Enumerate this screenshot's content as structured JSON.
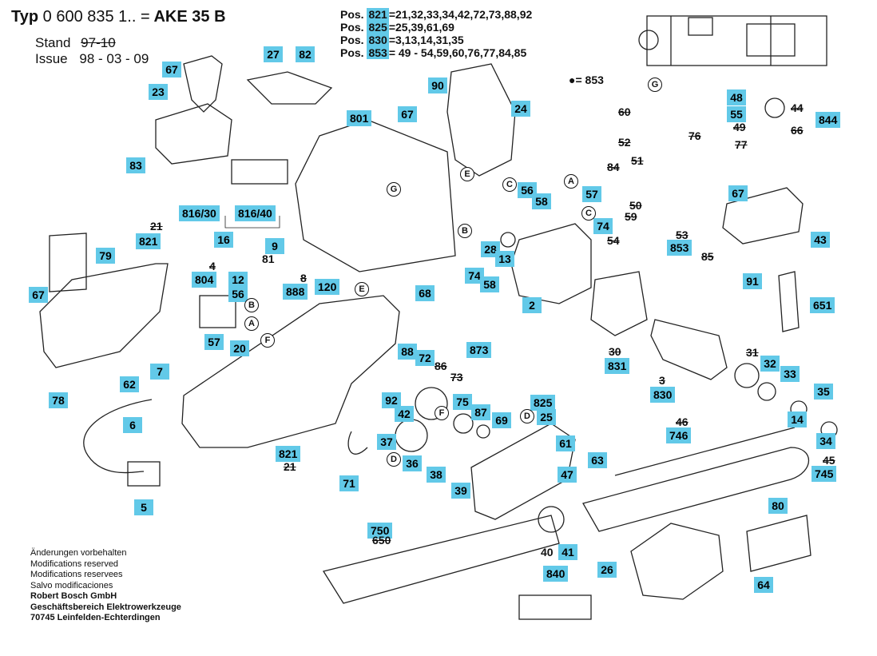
{
  "header": {
    "title_prefix": "Typ",
    "title_code": "0 600 835 1.. =",
    "title_model": "AKE 35 B",
    "stand_label": "Stand",
    "stand_value": "97-10",
    "issue_label": "Issue",
    "issue_value": "98 - 03 - 09"
  },
  "pos_table": [
    {
      "label": "Pos.",
      "ref": "821",
      "rest": "=21,32,33,34,42,72,73,88,92"
    },
    {
      "label": "Pos.",
      "ref": "825",
      "rest": "=25,39,61,69"
    },
    {
      "label": "Pos.",
      "ref": "830",
      "rest": "=3,13,14,31,35"
    },
    {
      "label": "Pos.",
      "ref": "853",
      "rest": "= 49 - 54,59,60,76,77,84,85"
    }
  ],
  "legend": {
    "bullet": "●",
    "text": "= 853"
  },
  "footer": {
    "lines": [
      "Änderungen vorbehalten",
      "Modifications reserved",
      "Modifications reservees",
      "Salvo modificaciones"
    ],
    "company": [
      "Robert Bosch GmbH",
      "Geschäftsbereich Elektrowerkzeuge",
      "70745 Leinfelden-Echterdingen"
    ]
  },
  "part_labels": [
    {
      "id": "p67a",
      "text": "67"
    },
    {
      "id": "p23",
      "text": "23"
    },
    {
      "id": "p27",
      "text": "27"
    },
    {
      "id": "p82",
      "text": "82"
    },
    {
      "id": "p90",
      "text": "90"
    },
    {
      "id": "p24",
      "text": "24"
    },
    {
      "id": "p801",
      "text": "801"
    },
    {
      "id": "p67b",
      "text": "67"
    },
    {
      "id": "p83",
      "text": "83"
    },
    {
      "id": "p816_30",
      "text": "816/30"
    },
    {
      "id": "p816_40",
      "text": "816/40"
    },
    {
      "id": "p16",
      "text": "16"
    },
    {
      "id": "p821a",
      "text": "821"
    },
    {
      "id": "p79",
      "text": "79"
    },
    {
      "id": "p9",
      "text": "9"
    },
    {
      "id": "p804",
      "text": "804"
    },
    {
      "id": "p12",
      "text": "12"
    },
    {
      "id": "p888",
      "text": "888"
    },
    {
      "id": "p120",
      "text": "120"
    },
    {
      "id": "p56a",
      "text": "56"
    },
    {
      "id": "p67c",
      "text": "67"
    },
    {
      "id": "p68",
      "text": "68"
    },
    {
      "id": "p57a",
      "text": "57"
    },
    {
      "id": "p20",
      "text": "20"
    },
    {
      "id": "p7",
      "text": "7"
    },
    {
      "id": "p62",
      "text": "62"
    },
    {
      "id": "p78",
      "text": "78"
    },
    {
      "id": "p6",
      "text": "6"
    },
    {
      "id": "p5",
      "text": "5"
    },
    {
      "id": "p821b",
      "text": "821"
    },
    {
      "id": "p71",
      "text": "71"
    },
    {
      "id": "p88",
      "text": "88"
    },
    {
      "id": "p72",
      "text": "72"
    },
    {
      "id": "p873",
      "text": "873"
    },
    {
      "id": "p92",
      "text": "92"
    },
    {
      "id": "p42",
      "text": "42"
    },
    {
      "id": "p75",
      "text": "75"
    },
    {
      "id": "p37",
      "text": "37"
    },
    {
      "id": "p36",
      "text": "36"
    },
    {
      "id": "p38",
      "text": "38"
    },
    {
      "id": "p39",
      "text": "39"
    },
    {
      "id": "p87",
      "text": "87"
    },
    {
      "id": "p69",
      "text": "69"
    },
    {
      "id": "p56b",
      "text": "56"
    },
    {
      "id": "p58a",
      "text": "58"
    },
    {
      "id": "p28",
      "text": "28"
    },
    {
      "id": "p13",
      "text": "13"
    },
    {
      "id": "p74a",
      "text": "74"
    },
    {
      "id": "p58b",
      "text": "58"
    },
    {
      "id": "p2",
      "text": "2"
    },
    {
      "id": "p831",
      "text": "831"
    },
    {
      "id": "p830",
      "text": "830"
    },
    {
      "id": "p825",
      "text": "825"
    },
    {
      "id": "p25",
      "text": "25"
    },
    {
      "id": "p61",
      "text": "61"
    },
    {
      "id": "p47",
      "text": "47"
    },
    {
      "id": "p63",
      "text": "63"
    },
    {
      "id": "p840",
      "text": "840"
    },
    {
      "id": "p41",
      "text": "41"
    },
    {
      "id": "p750",
      "text": "750"
    },
    {
      "id": "p26",
      "text": "26"
    },
    {
      "id": "p64",
      "text": "64"
    },
    {
      "id": "p80",
      "text": "80"
    },
    {
      "id": "p746",
      "text": "746"
    },
    {
      "id": "p745",
      "text": "745"
    },
    {
      "id": "p32",
      "text": "32"
    },
    {
      "id": "p33",
      "text": "33"
    },
    {
      "id": "p35",
      "text": "35"
    },
    {
      "id": "p14",
      "text": "14"
    },
    {
      "id": "p34",
      "text": "34"
    },
    {
      "id": "p651",
      "text": "651"
    },
    {
      "id": "p91",
      "text": "91"
    },
    {
      "id": "p43",
      "text": "43"
    },
    {
      "id": "p844",
      "text": "844"
    },
    {
      "id": "p48",
      "text": "48"
    },
    {
      "id": "p55",
      "text": "55"
    },
    {
      "id": "p57b",
      "text": "57"
    },
    {
      "id": "p74b",
      "text": "74"
    },
    {
      "id": "p67d",
      "text": "67"
    },
    {
      "id": "p853",
      "text": "853"
    },
    {
      "id": "p853b",
      "text": "853"
    }
  ],
  "plain_labels": [
    {
      "id": "q21a",
      "text": "21"
    },
    {
      "id": "q4",
      "text": "4"
    },
    {
      "id": "q81",
      "text": "81"
    },
    {
      "id": "q8",
      "text": "8"
    },
    {
      "id": "q86",
      "text": "86"
    },
    {
      "id": "q73",
      "text": "73"
    },
    {
      "id": "q21b",
      "text": "21"
    },
    {
      "id": "q650",
      "text": "650"
    },
    {
      "id": "q40",
      "text": "40"
    },
    {
      "id": "q30",
      "text": "30"
    },
    {
      "id": "q3",
      "text": "3"
    },
    {
      "id": "q31",
      "text": "31"
    },
    {
      "id": "q46",
      "text": "46"
    },
    {
      "id": "q45",
      "text": "45"
    },
    {
      "id": "q44",
      "text": "44"
    },
    {
      "id": "q66",
      "text": "66"
    },
    {
      "id": "q60",
      "text": "60"
    },
    {
      "id": "q52",
      "text": "52"
    },
    {
      "id": "q84",
      "text": "84"
    },
    {
      "id": "q51",
      "text": "51"
    },
    {
      "id": "q50",
      "text": "50"
    },
    {
      "id": "q59",
      "text": "59"
    },
    {
      "id": "q54",
      "text": "54"
    },
    {
      "id": "q49",
      "text": "49"
    },
    {
      "id": "q76",
      "text": "76"
    },
    {
      "id": "q77",
      "text": "77"
    },
    {
      "id": "q53",
      "text": "53"
    },
    {
      "id": "q85",
      "text": "85"
    }
  ],
  "callout_letters": [
    {
      "id": "cG1",
      "text": "G"
    },
    {
      "id": "cE1",
      "text": "E"
    },
    {
      "id": "cE2",
      "text": "E"
    },
    {
      "id": "cB1",
      "text": "B"
    },
    {
      "id": "cA1",
      "text": "A"
    },
    {
      "id": "cF1",
      "text": "F"
    },
    {
      "id": "cC1",
      "text": "C"
    },
    {
      "id": "cB2",
      "text": "B"
    },
    {
      "id": "cD1",
      "text": "D"
    },
    {
      "id": "cF2",
      "text": "F"
    },
    {
      "id": "cD2",
      "text": "D"
    },
    {
      "id": "cG2",
      "text": "G"
    },
    {
      "id": "cA2",
      "text": "A"
    },
    {
      "id": "cC2",
      "text": "C"
    }
  ]
}
